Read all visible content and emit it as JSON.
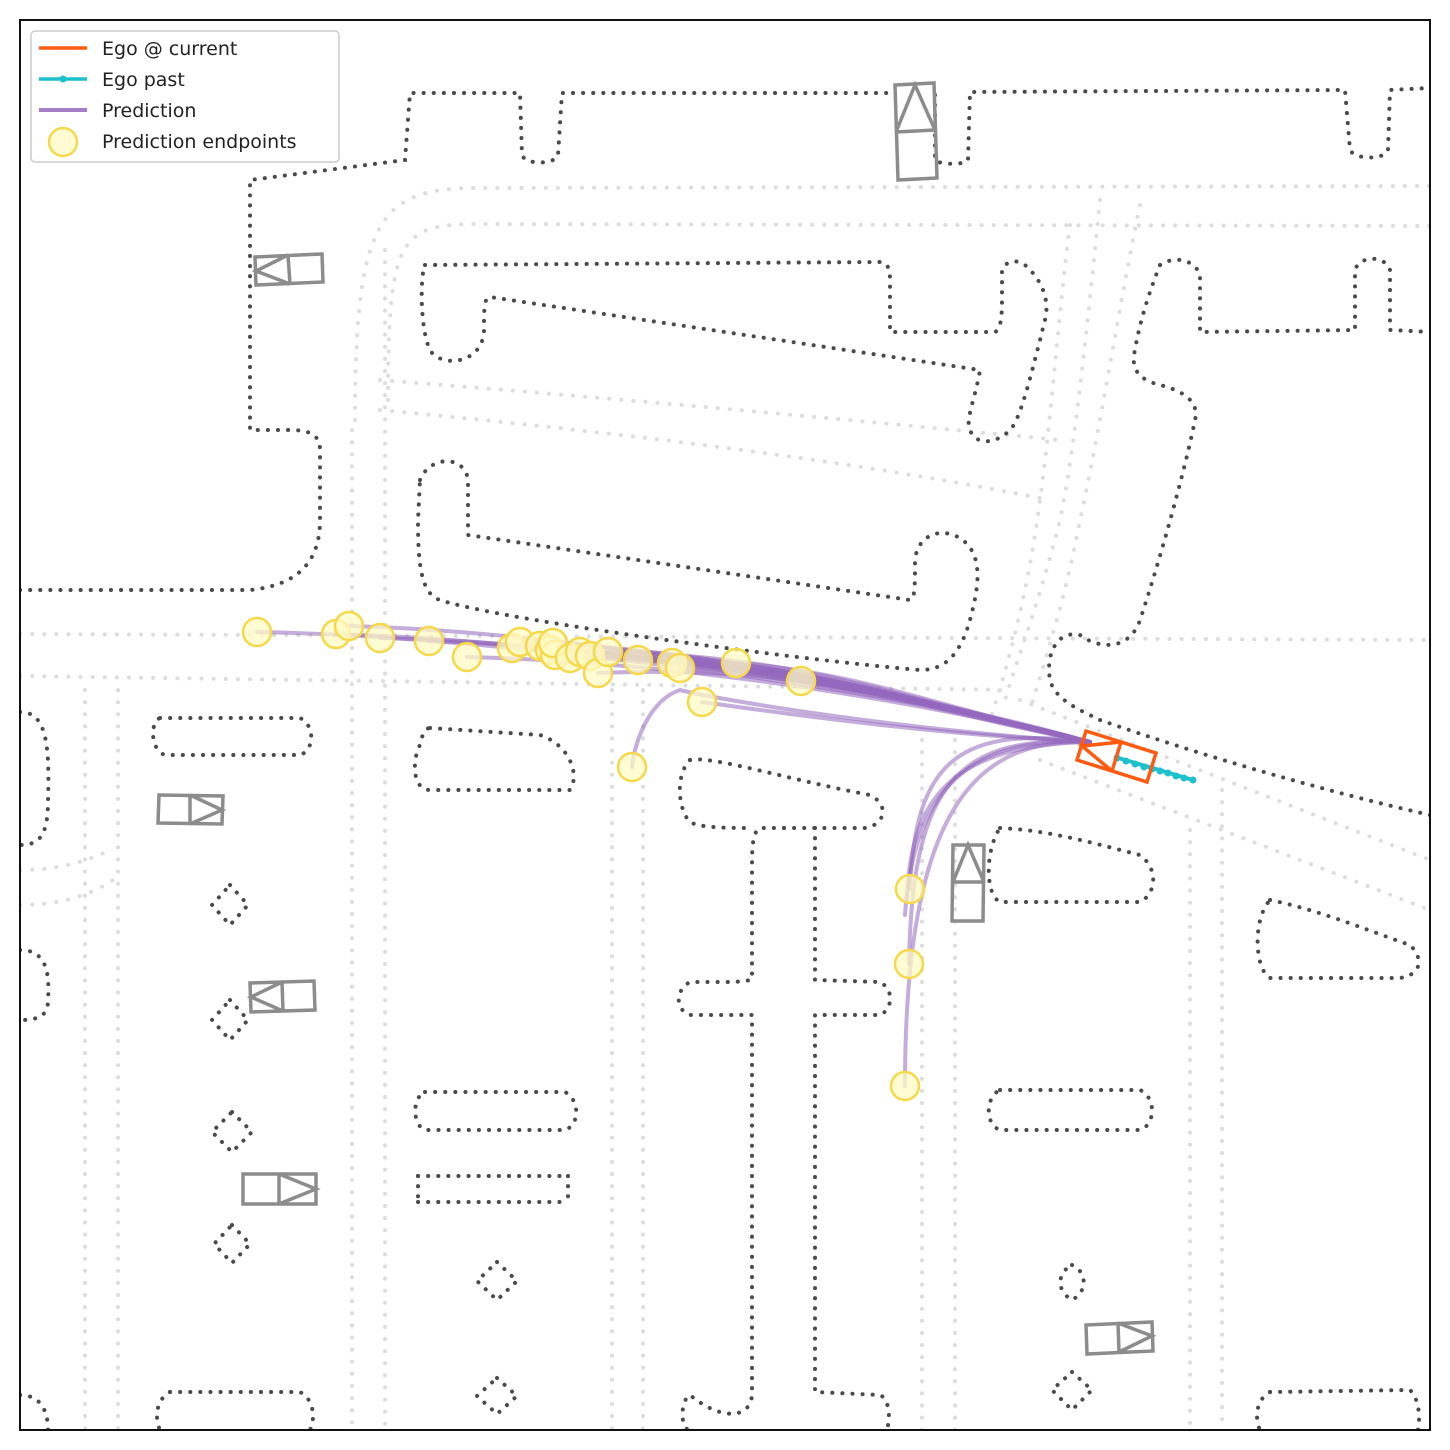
{
  "legend": {
    "ego_current": "Ego @ current",
    "ego_past": "Ego past",
    "prediction": "Prediction",
    "prediction_endpoints": "Prediction endpoints"
  },
  "colors": {
    "ego_current": "#ff5a0f",
    "ego_past": "#1ec0cc",
    "prediction": "#9467bd",
    "endpoint_fill": "#fff9c4",
    "endpoint_edge": "#f5d94a",
    "road_boundary": "#4a4a4a",
    "lane_centerline": "#dddddd",
    "agent_box": "#8c8c8c",
    "frame": "#111111"
  },
  "icons": {
    "ego": "ego-vehicle-box-icon",
    "agent": "agent-vehicle-box-icon"
  }
}
